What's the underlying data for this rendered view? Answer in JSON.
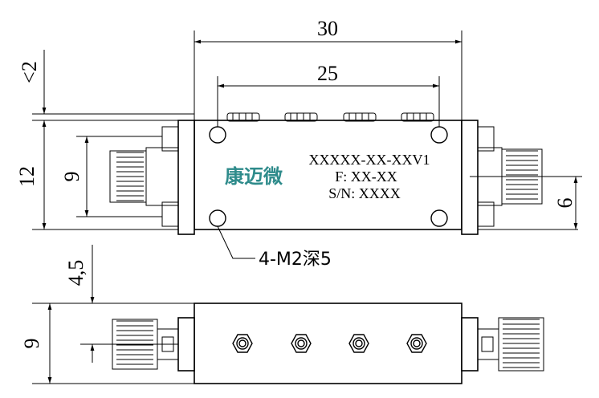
{
  "dimensions": {
    "overall_length": "30",
    "hole_spacing": "25",
    "max_offset": "<2",
    "body_height": "12",
    "flange_height": "9",
    "connector_offset": "6",
    "side_offset": "4,5",
    "side_height": "9"
  },
  "label": {
    "model": "XXXXX-XX-XXV1",
    "frequency": "F: XX-XX",
    "serial": "S/N: XXXX"
  },
  "logo": "康迈微",
  "callout": "4-M2深5",
  "colors": {
    "logo": "#2e8b8b",
    "line": "#000000"
  }
}
